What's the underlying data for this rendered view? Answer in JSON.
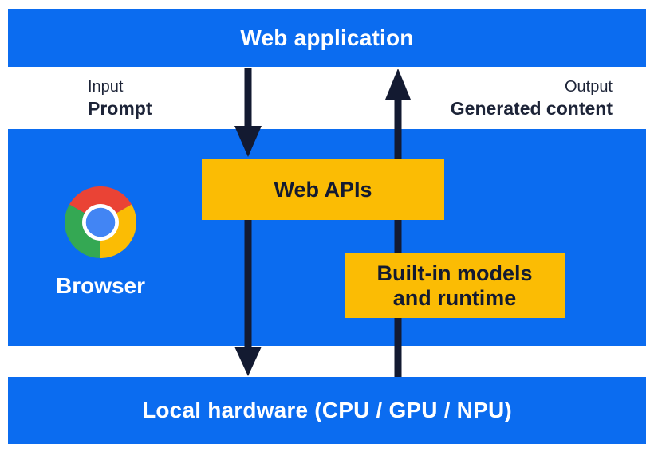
{
  "colors": {
    "blue": "#0b6cf0",
    "yellow": "#fbbc04",
    "navy": "#131a31",
    "text_navy": "#1d2438",
    "white": "#ffffff",
    "logo_red": "#ea4335",
    "logo_green": "#34a853",
    "logo_yellow": "#fbbc04",
    "logo_blue": "#4285f4"
  },
  "layers": {
    "web_application": "Web application",
    "browser": "Browser",
    "local_hardware": "Local hardware (CPU / GPU / NPU)"
  },
  "io": {
    "input_label": "Input",
    "input_value": "Prompt",
    "output_label": "Output",
    "output_value": "Generated content"
  },
  "boxes": {
    "web_apis": "Web APIs",
    "builtin_models_line1": "Built-in models",
    "builtin_models_line2": "and runtime"
  },
  "icons": {
    "chrome_logo": "chrome-browser-logo",
    "down_arrow": "prompt-flow-down-arrow",
    "up_arrow": "generated-content-up-arrow"
  }
}
